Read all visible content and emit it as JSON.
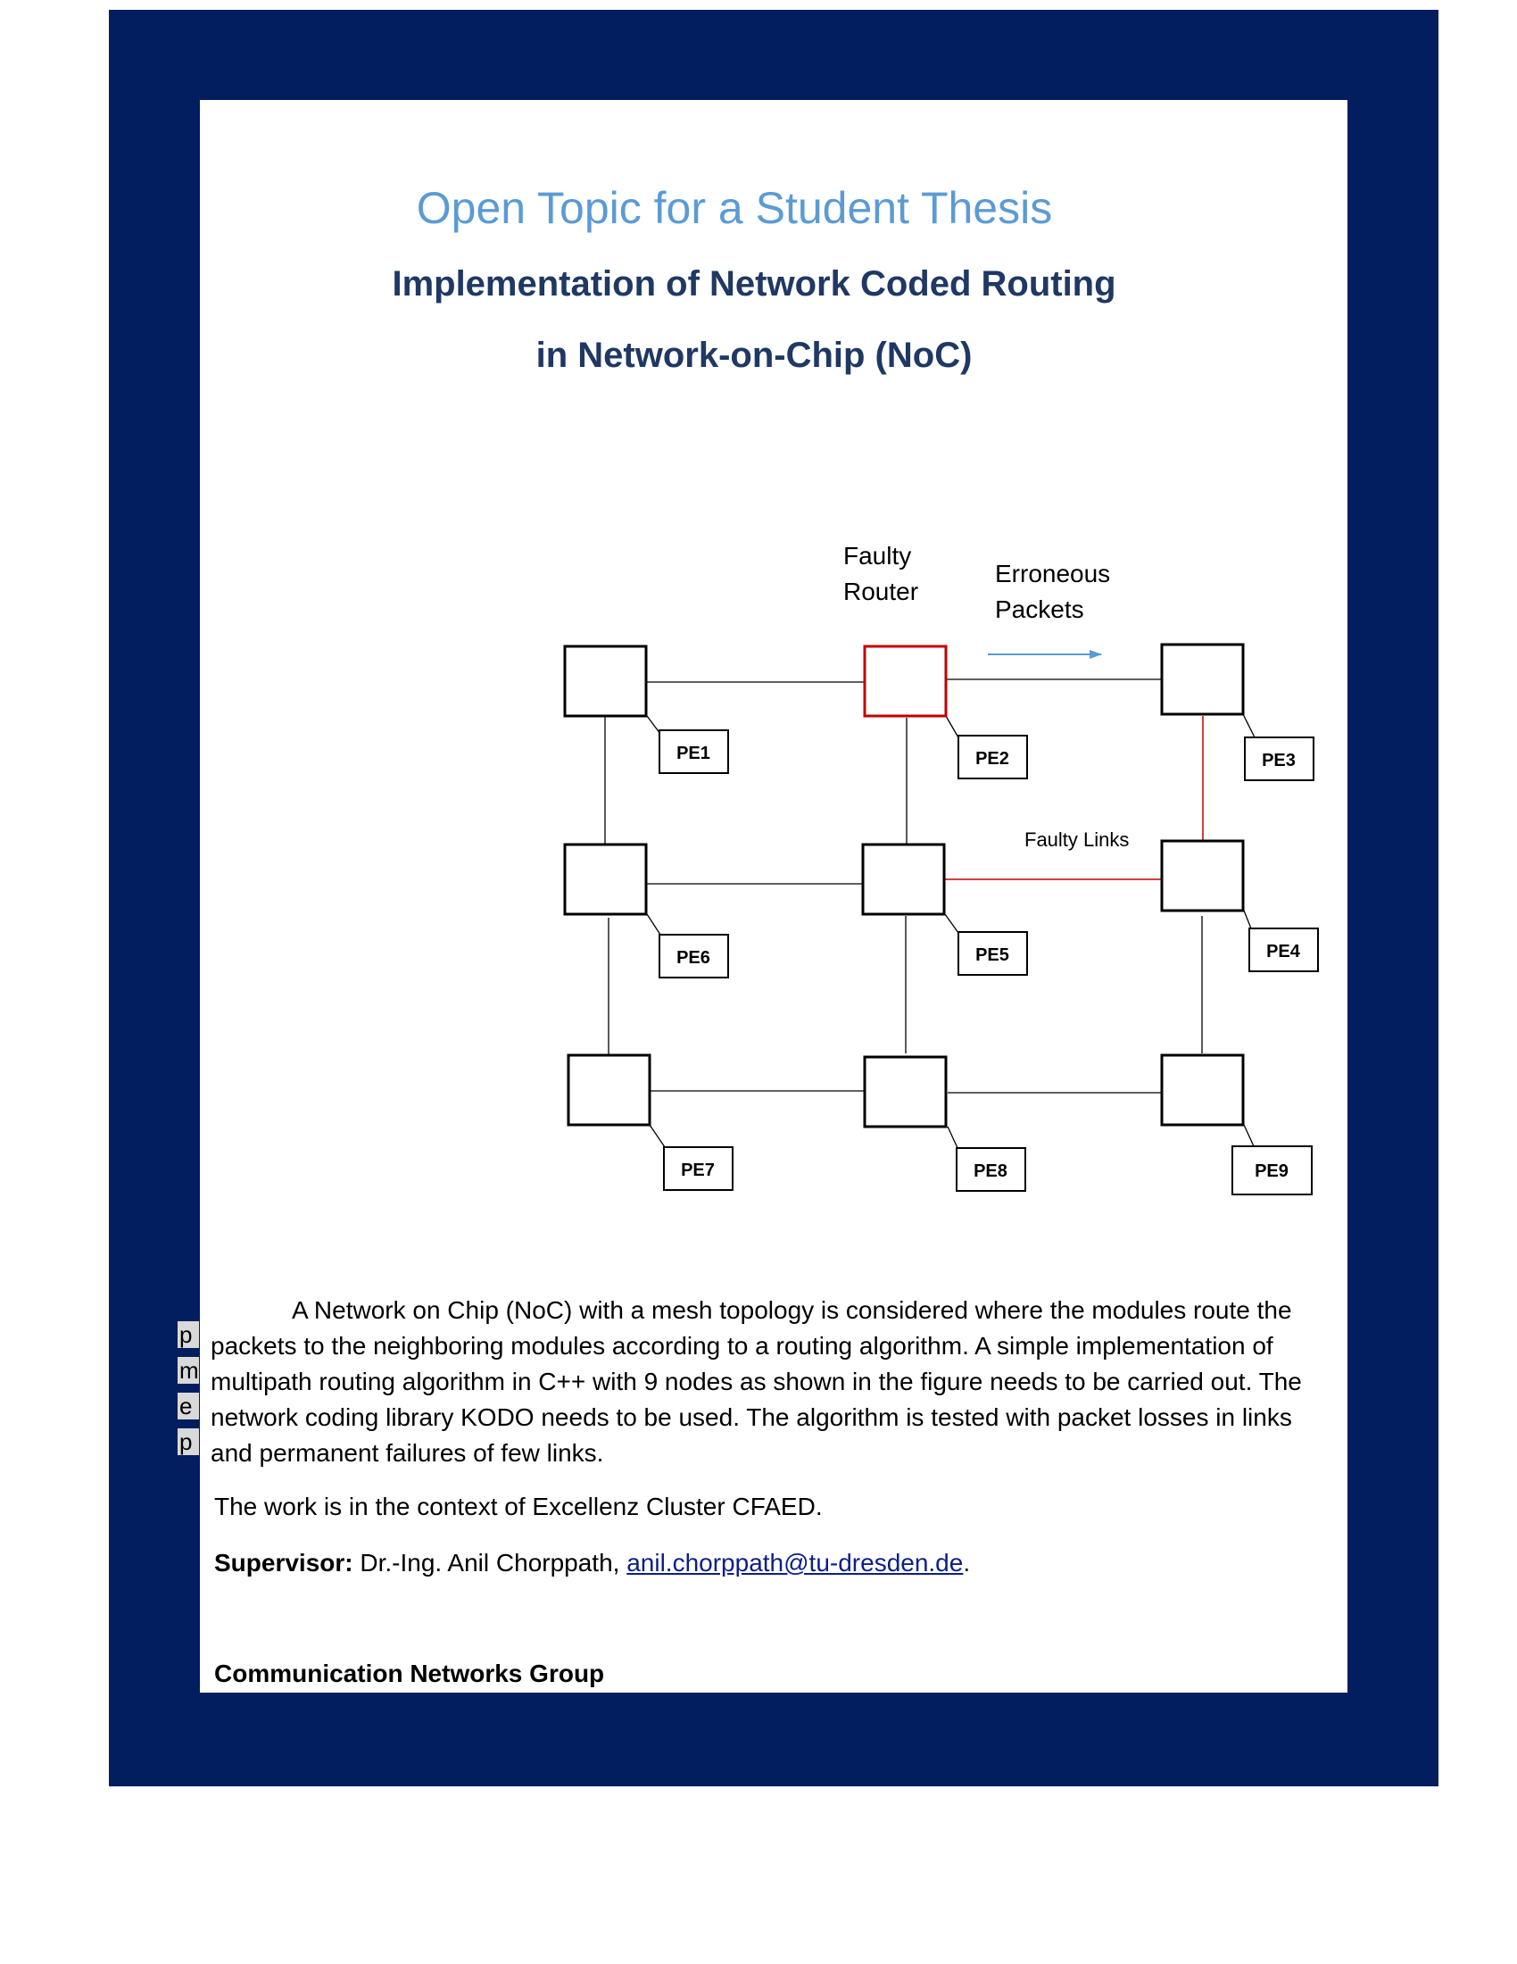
{
  "header": {
    "title": "Open Topic for a Student Thesis",
    "subtitle_line1": "Implementation of Network Coded Routing",
    "subtitle_line2": "in Network-on-Chip (NoC)"
  },
  "diagram": {
    "annotations": {
      "faulty_router": [
        "Faulty",
        "Router"
      ],
      "erroneous_packets": [
        "Erroneous",
        "Packets"
      ],
      "faulty_links": "Faulty Links"
    },
    "pe_labels": [
      "PE1",
      "PE2",
      "PE3",
      "PE4",
      "PE5",
      "PE6",
      "PE7",
      "PE8",
      "PE9"
    ],
    "colors": {
      "normal": "#000000",
      "faulty": "#c00000",
      "arrow": "#5b9bd5"
    }
  },
  "body": {
    "paragraph": "A Network on Chip (NoC) with a mesh topology is considered where the modules route the packets to the neighboring modules according to a routing algorithm. A simple implementation of multipath routing algorithm in C++ with 9 nodes as shown in the figure needs to be carried out. The network coding library KODO needs to be used. The algorithm is tested with packet losses in links and permanent failures of few links.",
    "margin_fragments": [
      "p",
      "m",
      "e",
      "p"
    ],
    "context": "The work is in the context of Excellenz Cluster CFAED.",
    "supervisor_label": "Supervisor:",
    "supervisor_name": "Dr.-Ing. Anil Chorppath,",
    "supervisor_email": "anil.chorppath@tu-dresden.de",
    "supervisor_end": "."
  },
  "footer": {
    "group": "Communication Networks Group"
  },
  "theme": {
    "frame": "#031e5e",
    "title": "#5b9bd5",
    "subtitle": "#1f3864"
  }
}
